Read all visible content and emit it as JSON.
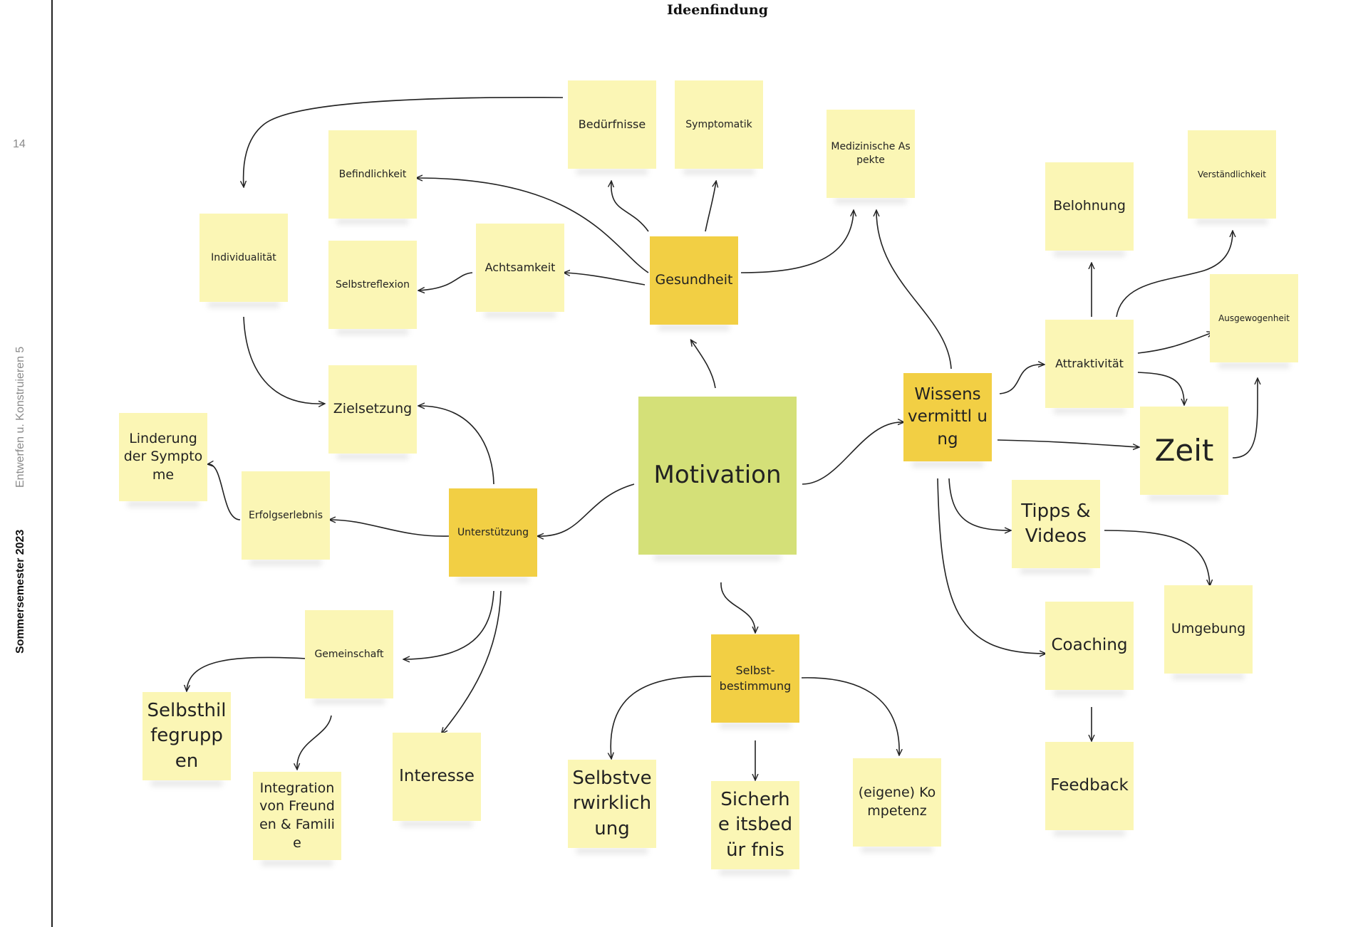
{
  "header": {
    "title": "Ideenfindung"
  },
  "sidebar": {
    "page_number": "14",
    "course": "Entwerfen u. Konstruieren 5",
    "semester": "Sommersemester 2023"
  },
  "colors": {
    "pale": "#fbf6b5",
    "category": "#f2cf44",
    "center": "#d4e078",
    "line": "#222222"
  },
  "mindmap": {
    "center": "Motivation",
    "gesundheit": "Gesundheit",
    "wissensvermittlung": "Wissens vermittl ung",
    "unterstuetzung": "Unterstützung",
    "selbstbestimmung": "Selbst-\nbestimmung",
    "beduerfnisse": "Bedürfnisse",
    "symptomatik": "Symptomatik",
    "medizinische_aspekte": "Medizinische Aspekte",
    "befindlichkeit": "Befindlichkeit",
    "individualitaet": "Individualität",
    "selbstreflexion": "Selbstreflexion",
    "achtsamkeit": "Achtsamkeit",
    "zielsetzung": "Zielsetzung",
    "linderung": "Linderung der Symptome",
    "erfolgserlebnis": "Erfolgserlebnis",
    "gemeinschaft": "Gemeinschaft",
    "selbsthilfegruppen": "Selbsthil fegrupp en",
    "integration": "Integration von Freunden & Familie",
    "interesse": "Interesse",
    "selbstverwirklichung": "Selbstve rwirklich ung",
    "sicherheitsbeduerfnis": "Sicherhe itsbedür fnis",
    "kompetenz": "(eigene) Kompetenz",
    "belohnung": "Belohnung",
    "verstaendlichkeit": "Verständlichkeit",
    "attraktivitaet": "Attraktivität",
    "ausgewogenheit": "Ausgewogenheit",
    "zeit": "Zeit",
    "tipps_videos": "Tipps & Videos",
    "umgebung": "Umgebung",
    "coaching": "Coaching",
    "feedback": "Feedback"
  }
}
